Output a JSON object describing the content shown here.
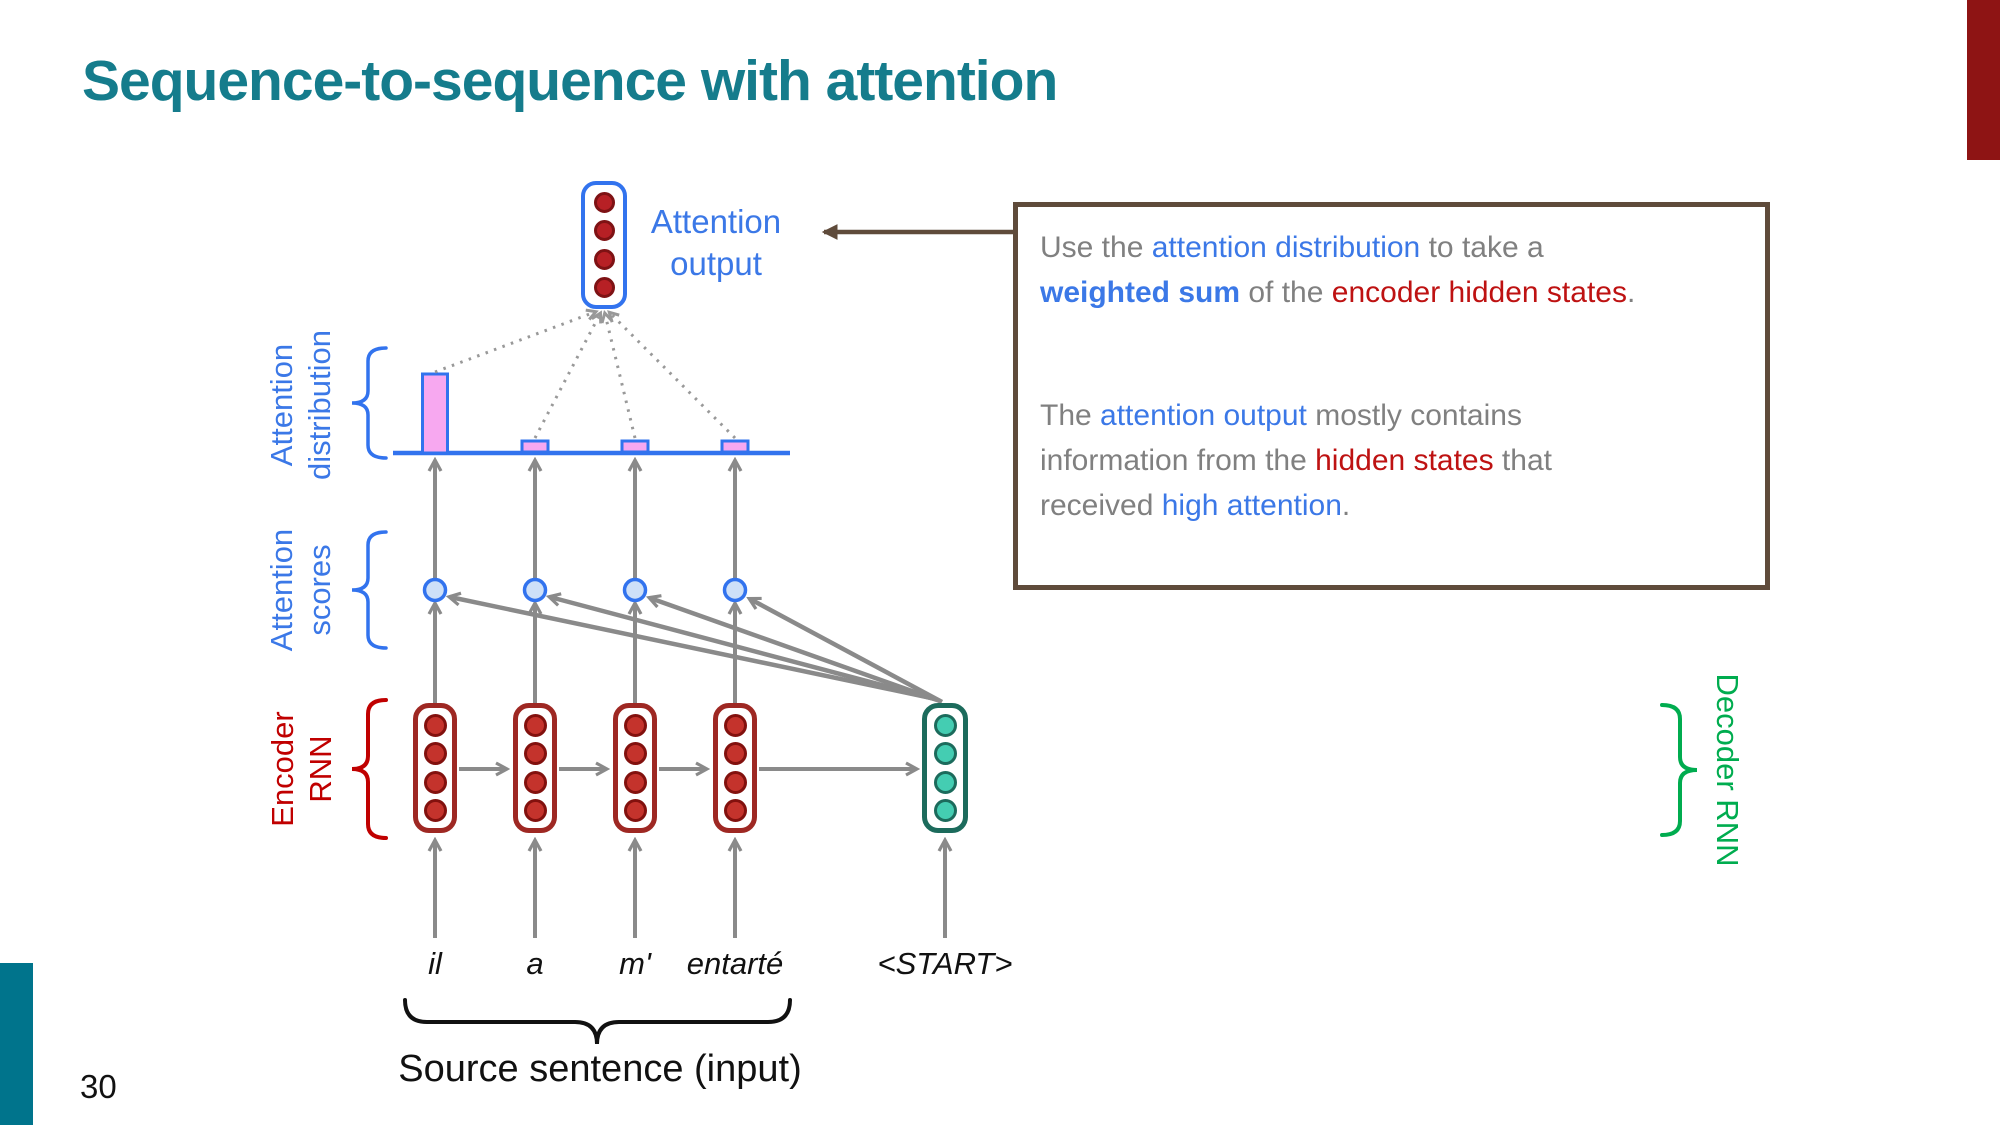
{
  "slide": {
    "title": "Sequence-to-sequence with attention",
    "page_number": "30"
  },
  "colors": {
    "title_teal": "#157C8C",
    "accent_teal_bar": "#00748C",
    "accent_red_bar": "#8E1414",
    "diagram_blue": "#3273EE",
    "label_blue": "#3B78E7",
    "encoder_red": "#9E2823",
    "encoder_label_red": "#C00000",
    "decoder_green_border": "#1C6B5C",
    "decoder_label_green": "#00AC4F",
    "bar_pink": "#F7A8F0",
    "arrow_gray": "#8A8A8A",
    "text_gray": "#808080",
    "text_red": "#BE1212",
    "textbox_border_brown": "#5F4B3B"
  },
  "diagram": {
    "attention_output_label_line1": "Attention",
    "attention_output_label_line2": "output",
    "attention_distribution_label_line1": "Attention",
    "attention_distribution_label_line2": "distribution",
    "attention_scores_label_line1": "Attention",
    "attention_scores_label_line2": "scores",
    "encoder_label_line1": "Encoder",
    "encoder_label_line2": "RNN",
    "decoder_label": "Decoder RNN",
    "source_words": [
      "il",
      "a",
      "m'",
      "entarté"
    ],
    "start_token": "<START>",
    "source_caption": "Source sentence (input)",
    "attention_distribution_bars": {
      "columns": [
        "il",
        "a",
        "m'",
        "entarté"
      ],
      "relative_heights": [
        1.0,
        0.14,
        0.14,
        0.13
      ]
    }
  },
  "textbox": {
    "para1_lines": [
      [
        {
          "t": "Use the ",
          "c": "gray"
        },
        {
          "t": "attention distribution",
          "c": "blue"
        },
        {
          "t": " to take a",
          "c": "gray"
        }
      ],
      [
        {
          "t": "weighted sum",
          "c": "blue",
          "b": true
        },
        {
          "t": " of the ",
          "c": "gray"
        },
        {
          "t": "encoder hidden states",
          "c": "red"
        },
        {
          "t": ".",
          "c": "gray"
        }
      ]
    ],
    "para2_lines": [
      [
        {
          "t": "The ",
          "c": "gray"
        },
        {
          "t": "attention output",
          "c": "blue"
        },
        {
          "t": " mostly contains",
          "c": "gray"
        }
      ],
      [
        {
          "t": "information from the ",
          "c": "gray"
        },
        {
          "t": "hidden states",
          "c": "red"
        },
        {
          "t": " that",
          "c": "gray"
        }
      ],
      [
        {
          "t": "received ",
          "c": "gray"
        },
        {
          "t": "high attention",
          "c": "blue"
        },
        {
          "t": ".",
          "c": "gray"
        }
      ]
    ]
  }
}
